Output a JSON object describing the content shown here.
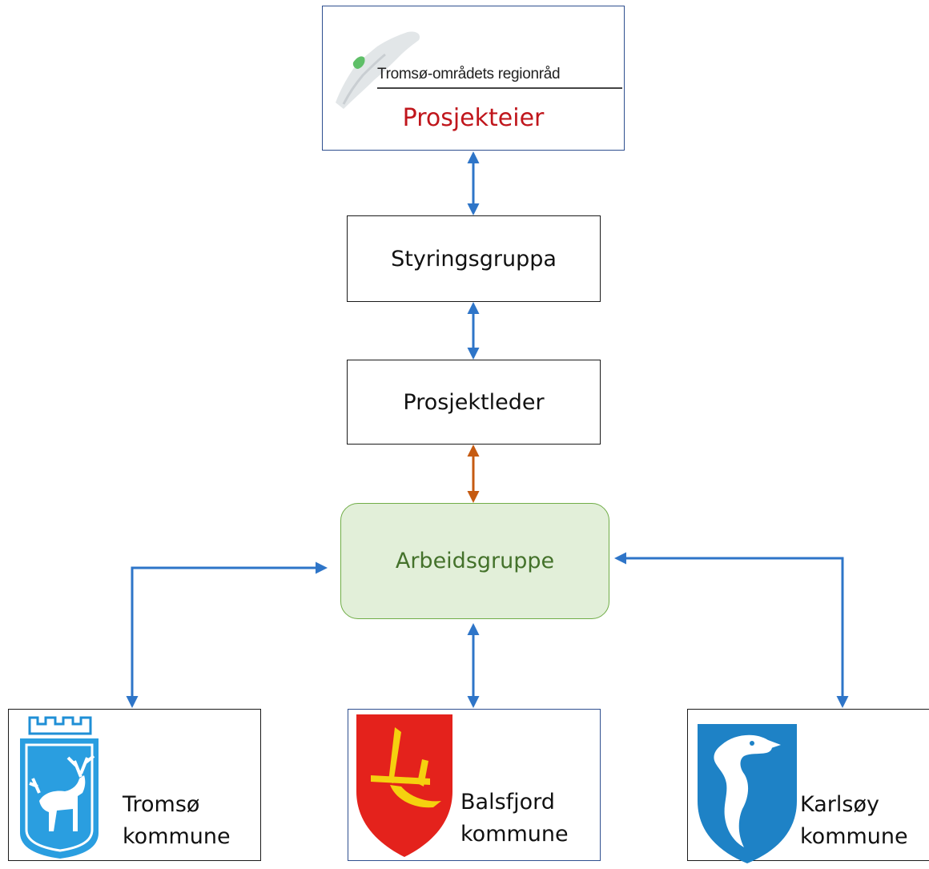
{
  "diagram": {
    "owner": {
      "organization": "Tromsø-områdets regionråd",
      "role": "Prosjekteier"
    },
    "steering_group": "Styringsgruppa",
    "project_leader": "Prosjektleder",
    "work_group": "Arbeidsgruppe",
    "municipalities": [
      {
        "name_line1": "Tromsø",
        "name_line2": "kommune",
        "crest": "reindeer-crest-icon"
      },
      {
        "name_line1": "Balsfjord",
        "name_line2": "kommune",
        "crest": "plough-crest-icon"
      },
      {
        "name_line1": "Karlsøy",
        "name_line2": "kommune",
        "crest": "eagle-crest-icon"
      }
    ]
  },
  "colors": {
    "arrow_blue": "#2e75c8",
    "arrow_orange": "#c55a11",
    "workgroup_fill": "#e2efd9",
    "workgroup_border": "#70ad47",
    "owner_role_text": "#c0161c"
  }
}
